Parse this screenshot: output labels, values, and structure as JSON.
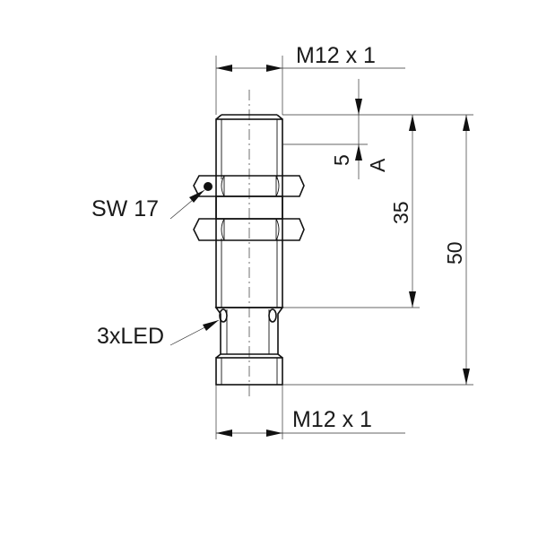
{
  "labels": {
    "thread_top": "M12 x 1",
    "thread_bottom": "M12 x 1",
    "wrench_size": "SW 17",
    "led": "3xLED",
    "dim_5": "5",
    "dim_A": "A",
    "dim_35": "35",
    "dim_50": "50"
  }
}
